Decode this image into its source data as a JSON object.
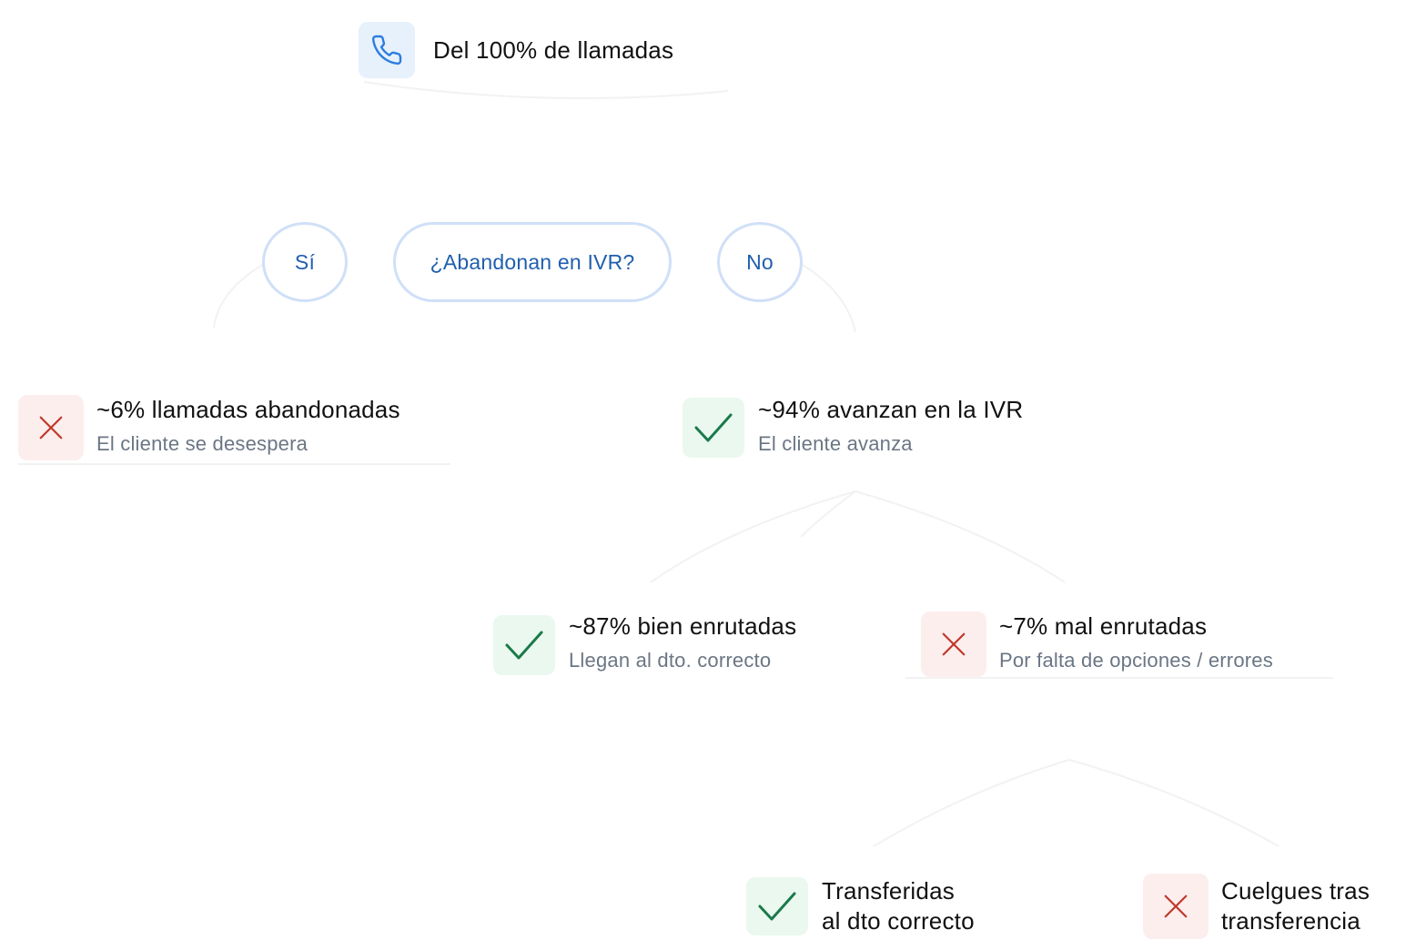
{
  "root": {
    "icon": "phone-icon",
    "label": "Del 100% de llamadas"
  },
  "decision": {
    "question": "¿Abandonan en IVR?",
    "yes_label": "Sí",
    "no_label": "No"
  },
  "nodes": {
    "abandoned": {
      "icon": "cross-icon",
      "title": "~6% llamadas abandonadas",
      "subtitle": "El cliente se desespera"
    },
    "advance": {
      "icon": "check-icon",
      "title": "~94% avanzan en la IVR",
      "subtitle": "El cliente avanza"
    },
    "well_routed": {
      "icon": "check-icon",
      "title": "~87% bien enrutadas",
      "subtitle": "Llegan al dto. correcto"
    },
    "misrouted": {
      "icon": "cross-icon",
      "title": "~7% mal enrutadas",
      "subtitle": "Por falta de opciones / errores"
    },
    "transferred": {
      "icon": "check-icon",
      "line1": "Transferidas",
      "line2": "al dto correcto"
    },
    "hangups": {
      "icon": "cross-icon",
      "line1": "Cuelgues tras",
      "line2": "transferencia"
    }
  },
  "colors": {
    "check": "#1a7a4a",
    "cross": "#c0392b",
    "phone": "#2b7de0",
    "pill_text": "#1f5fae",
    "pill_border": "#cfe0f7",
    "subtitle": "#6b7684"
  }
}
